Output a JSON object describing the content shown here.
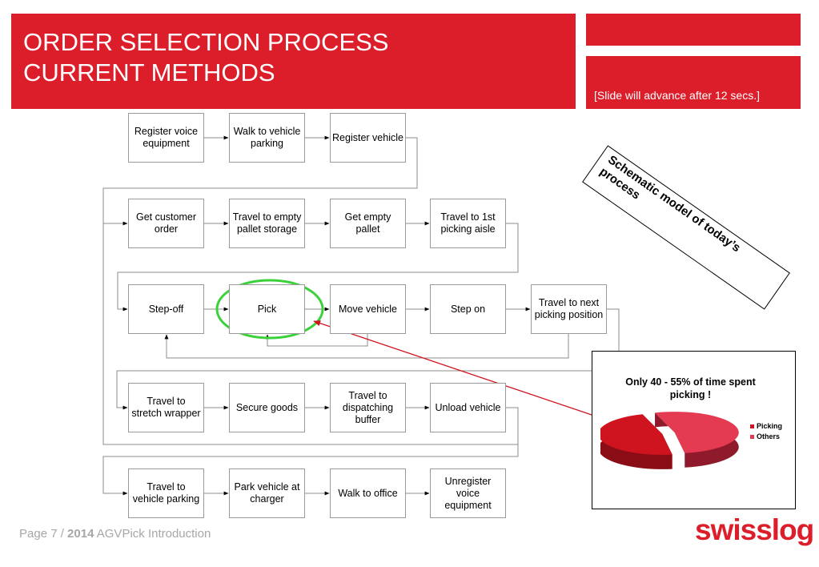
{
  "header": {
    "title_line1": "ORDER SELECTION PROCESS",
    "title_line2": "CURRENT METHODS",
    "note": "[Slide will advance after 12 secs.]"
  },
  "flow": {
    "row1": [
      "Register voice equipment",
      "Walk to vehicle parking",
      "Register vehicle"
    ],
    "row2": [
      "Get customer order",
      "Travel to empty pallet storage",
      "Get empty pallet",
      "Travel to 1st picking aisle"
    ],
    "row3": [
      "Step-off",
      "Pick",
      "Move vehicle",
      "Step on",
      "Travel to next picking position"
    ],
    "row4": [
      "Travel to stretch wrapper",
      "Secure goods",
      "Travel to dispatching buffer",
      "Unload vehicle"
    ],
    "row5": [
      "Travel to vehicle parking",
      "Park vehicle at charger",
      "Walk to office",
      "Unregister voice equipment"
    ]
  },
  "callout": {
    "text": "Schematic model of today’s process"
  },
  "chart_data": {
    "type": "pie",
    "title": "Only  40 - 55% of time spent picking !",
    "categories": [
      "Picking",
      "Others"
    ],
    "values": [
      47.5,
      52.5
    ],
    "colors": [
      "#d0141f",
      "#e43a52"
    ],
    "legend": "right"
  },
  "footer": {
    "page": "Page 7 / ",
    "year": "2014",
    "title": " AGVPick Introduction"
  },
  "logo": {
    "text": "swisslog"
  }
}
